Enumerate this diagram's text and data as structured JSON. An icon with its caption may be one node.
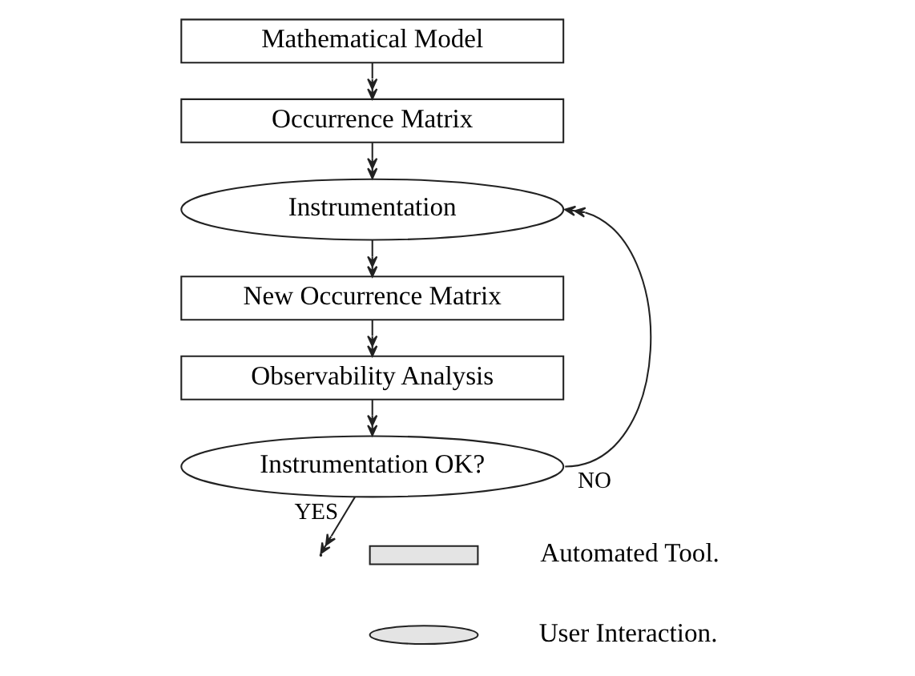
{
  "diagram": {
    "nodes": [
      {
        "text": [
          "Mathematical Model"
        ]
      },
      {
        "text": [
          "Occurrence Matrix"
        ]
      },
      {
        "text": [
          "Instrumentation"
        ]
      },
      {
        "text": [
          "New Occurrence Matrix"
        ]
      },
      {
        "text": [
          "Observability Analysis"
        ]
      },
      {
        "text": [
          "Instrumentation OK?"
        ]
      }
    ],
    "edges": [
      {
        "from": 0,
        "to": 1,
        "arrow": "to"
      },
      {
        "from": 1,
        "to": 2,
        "arrow": "to"
      },
      {
        "from": 2,
        "to": 3,
        "arrow": "to"
      },
      {
        "from": 3,
        "to": 4,
        "arrow": "to"
      },
      {
        "from": 4,
        "to": 5,
        "arrow": "to"
      },
      {
        "from": 5,
        "to": 2,
        "arrow": "to",
        "label": "NO"
      },
      {
        "from": 5,
        "to": null,
        "arrow": "to",
        "label": "YES"
      }
    ],
    "legend": [
      {
        "text": "Automated Tool."
      },
      {
        "text": "User Interaction."
      }
    ]
  }
}
